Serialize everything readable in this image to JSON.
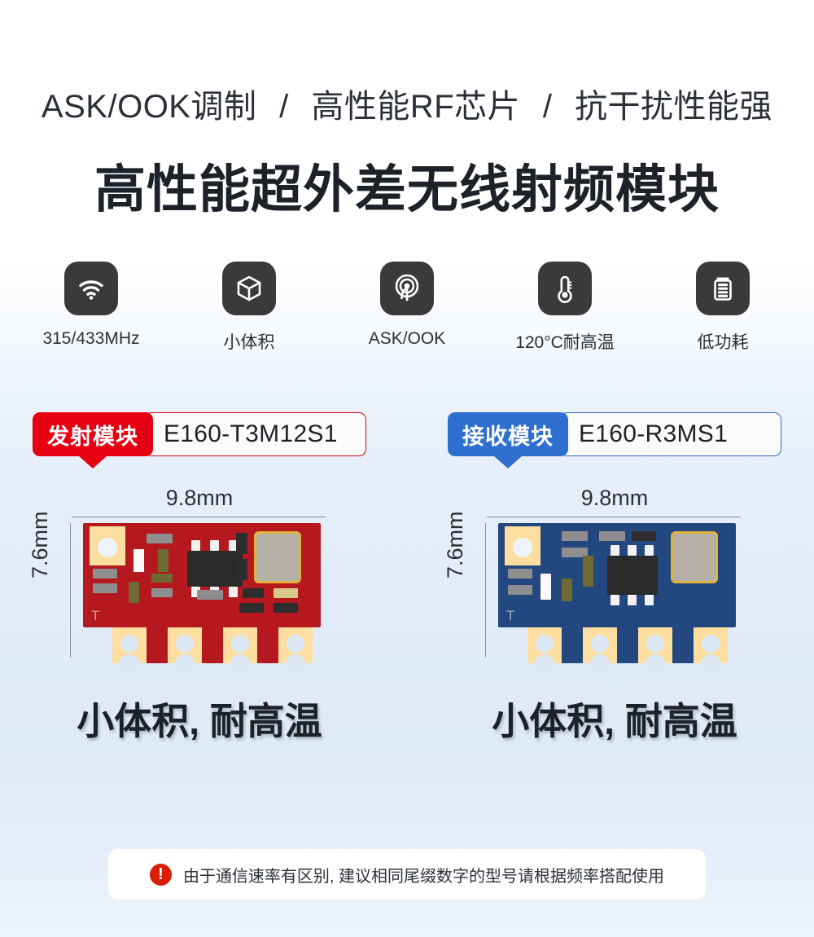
{
  "header": {
    "subtitle_parts": [
      "ASK/OOK调制",
      "高性能RF芯片",
      "抗干扰性能强"
    ],
    "separator": "/",
    "title": "高性能超外差无线射频模块"
  },
  "features": [
    {
      "icon": "wifi-icon",
      "label": "315/433MHz"
    },
    {
      "icon": "cube-icon",
      "label": "小体积"
    },
    {
      "icon": "signal-wave-icon",
      "label": "ASK/OOK"
    },
    {
      "icon": "thermometer-icon",
      "label": "120°C耐高温"
    },
    {
      "icon": "battery-icon",
      "label": "低功耗"
    }
  ],
  "modules": [
    {
      "badge_label": "发射模块",
      "model": "E160-T3M12S1",
      "badge_color": "#e60012",
      "pcb_color": "#b5181f",
      "pcb_color_light": "#c22026",
      "width_label": "9.8mm",
      "height_label": "7.6mm",
      "silkscreen": "T",
      "caption": "小体积, 耐高温"
    },
    {
      "badge_label": "接收模块",
      "model": "E160-R3MS1",
      "badge_color": "#2f6fd0",
      "pcb_color": "#23487f",
      "pcb_color_light": "#2b538f",
      "width_label": "9.8mm",
      "height_label": "7.6mm",
      "silkscreen": "T",
      "caption": "小体积, 耐高温"
    }
  ],
  "note": {
    "icon": "exclamation-circle-icon",
    "icon_glyph": "!",
    "text": "由于通信速率有区别, 建议相同尾缀数字的型号请根据频率搭配使用"
  },
  "colors": {
    "accent_red": "#e60012",
    "accent_blue": "#2f6fd0",
    "tile_dark": "#3a3a3a",
    "pad_gold": "#fcdfa0",
    "text_dark": "#1d2129"
  }
}
